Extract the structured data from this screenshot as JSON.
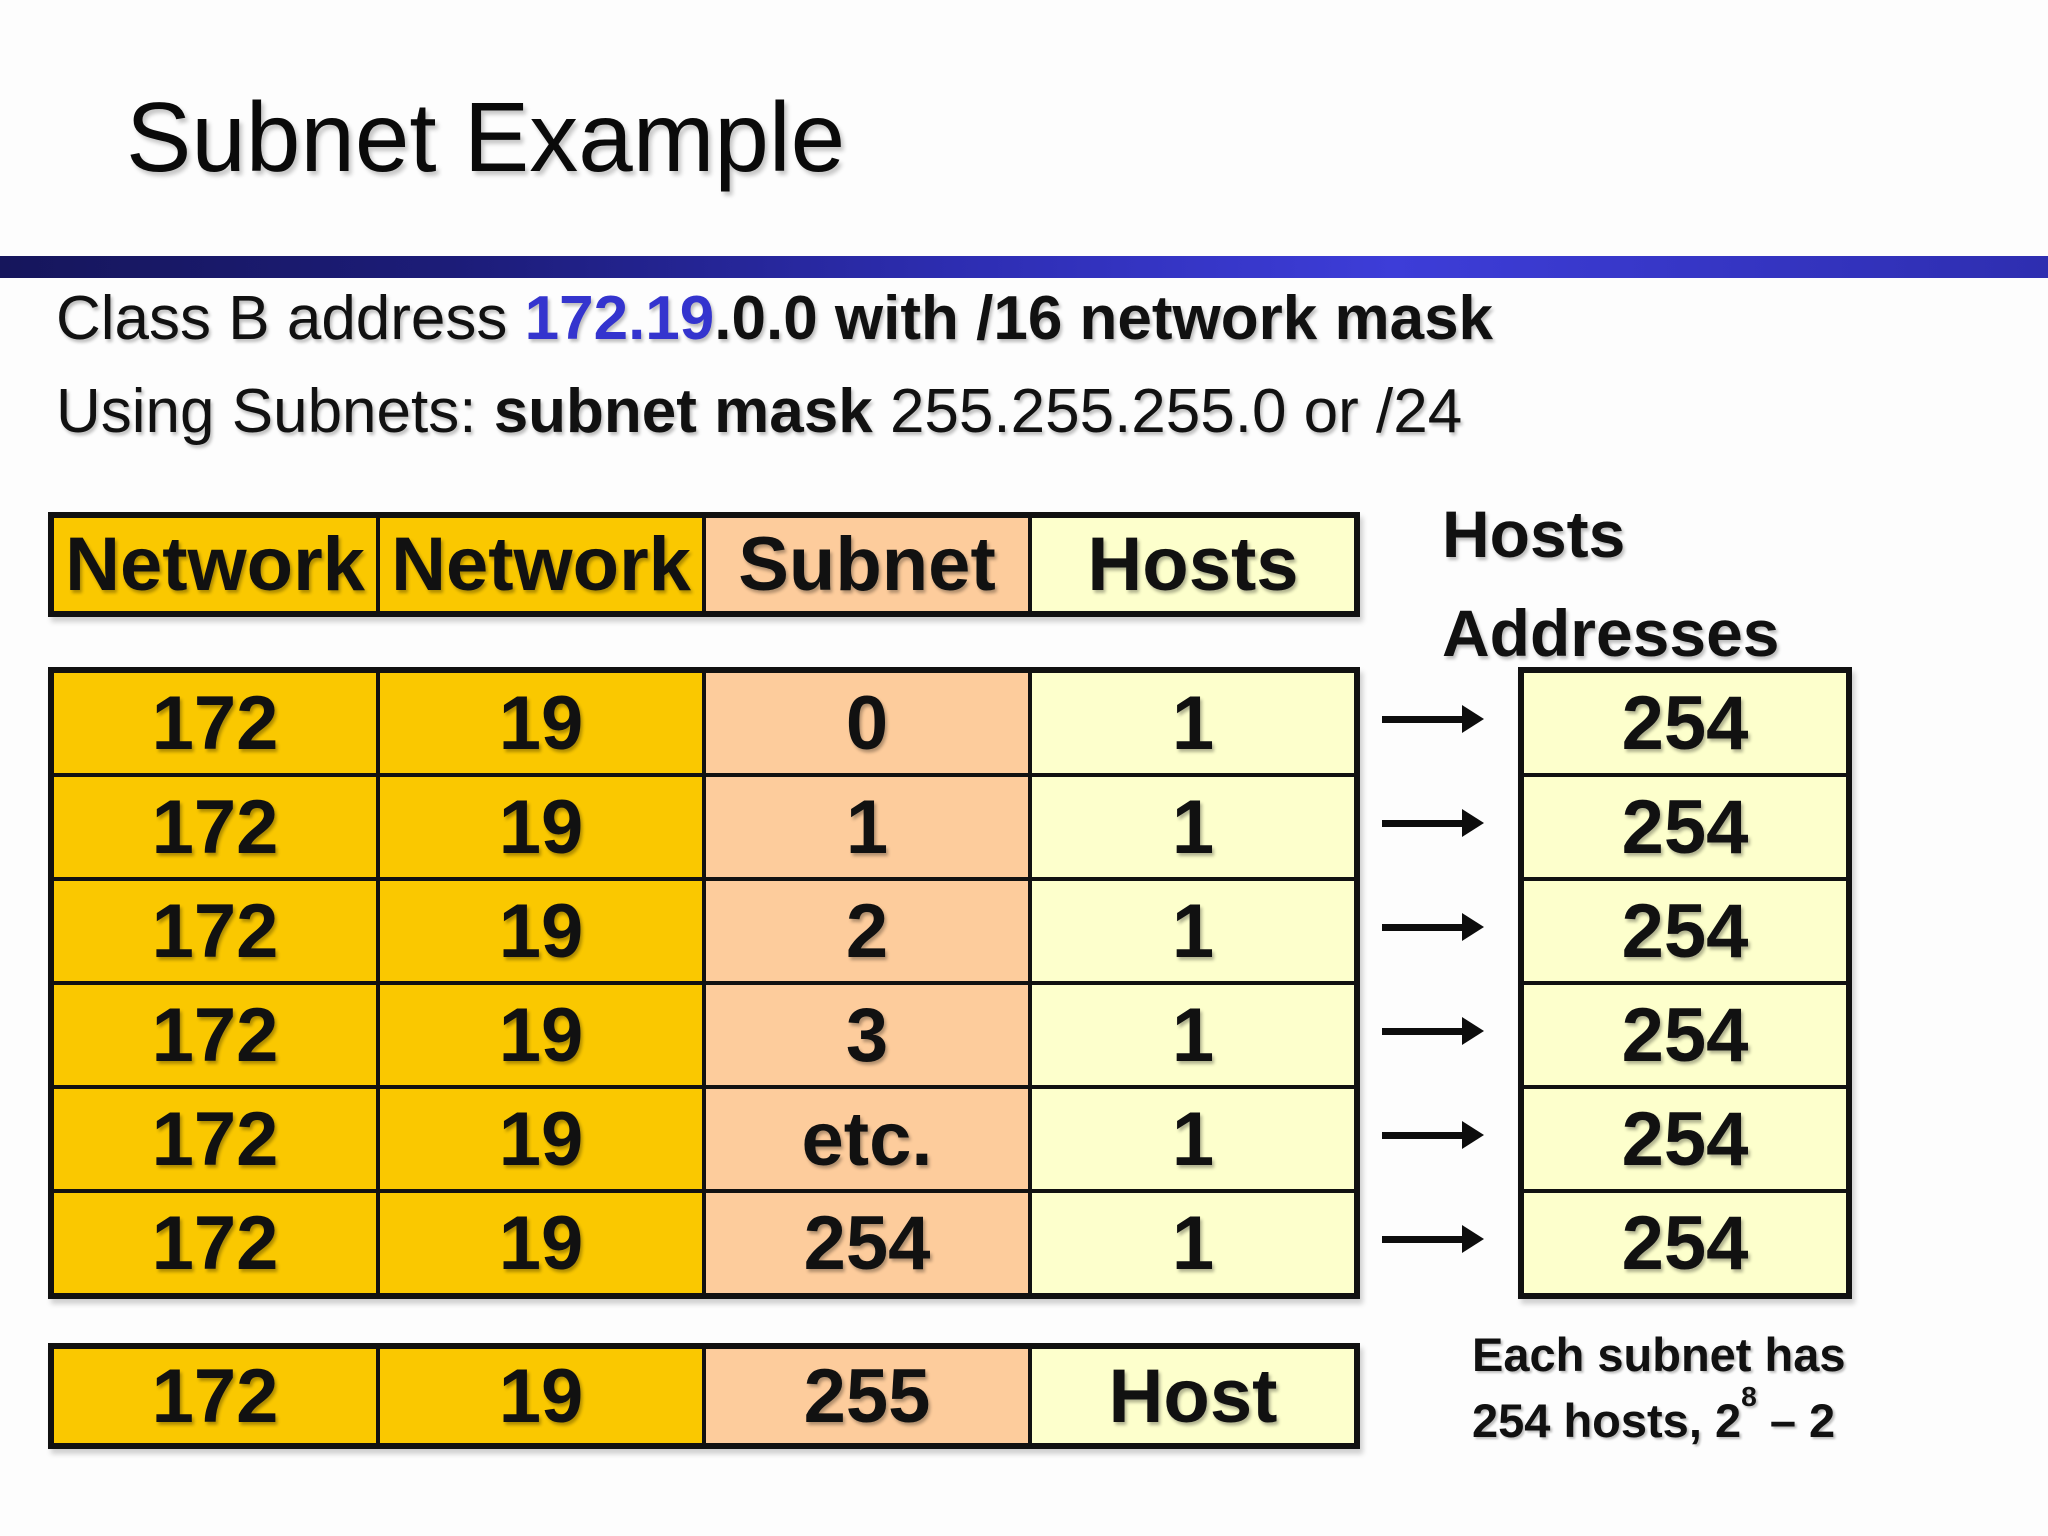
{
  "slide": {
    "title": "Subnet Example",
    "line1": {
      "normal": "Class B address ",
      "blue_bold": "172.19",
      "bold_rest": ".0.0 with /16 network mask"
    },
    "line2": {
      "normal": "Using Subnets: ",
      "bold": "subnet mask ",
      "rest": "255.255.255.0 or /24"
    }
  },
  "table": {
    "headers": [
      "Network",
      "Network",
      "Subnet",
      "Hosts"
    ],
    "rows": [
      [
        "172",
        "19",
        "0",
        "1"
      ],
      [
        "172",
        "19",
        "1",
        "1"
      ],
      [
        "172",
        "19",
        "2",
        "1"
      ],
      [
        "172",
        "19",
        "3",
        "1"
      ],
      [
        "172",
        "19",
        "etc.",
        "1"
      ],
      [
        "172",
        "19",
        "254",
        "1"
      ]
    ],
    "bottom_row": [
      "172",
      "19",
      "255",
      "Host"
    ]
  },
  "right_panel": {
    "heading_line1": "Hosts",
    "heading_line2": "Addresses",
    "arrow_icon": "arrow-right",
    "boxes": [
      "254",
      "254",
      "254",
      "254",
      "254",
      "254"
    ],
    "caption_line1": "Each subnet has",
    "caption_line2_prefix": "254 hosts, 2",
    "caption_exponent": "8",
    "caption_line2_suffix": " – 2"
  },
  "colors": {
    "cell_gold": "#FAC800",
    "cell_peach": "#FDCC9C",
    "cell_cream": "#FDFFCC",
    "accent_blue": "#3434CE",
    "divider_gradient": [
      "#16165C",
      "#3D3DD8",
      "#2E2EB0"
    ],
    "table_border": "#111111"
  }
}
